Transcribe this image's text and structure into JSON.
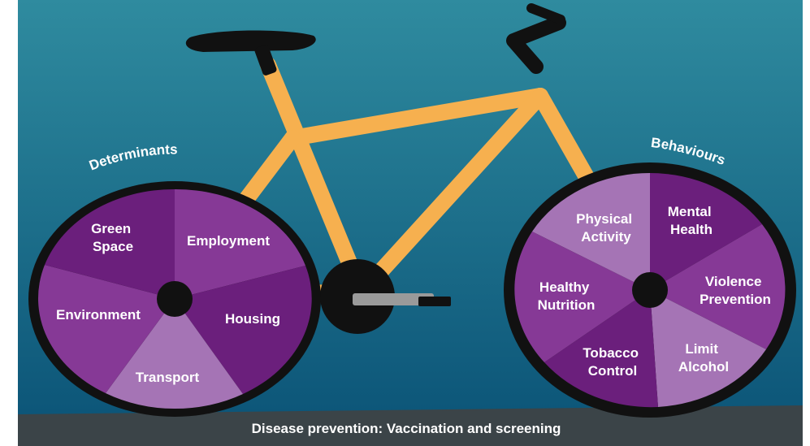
{
  "colors": {
    "sky_top": "#2f8b9f",
    "sky_bottom": "#0c5578",
    "ground": "#3b4448",
    "frame": "#f6b04f",
    "tire": "#111111",
    "segment_dark": "#6b1f7c",
    "segment_mid": "#863996",
    "segment_light": "#a574b5",
    "text": "#ffffff"
  },
  "left_wheel": {
    "title": "Determinants",
    "segments": {
      "green_space": [
        "Green",
        "Space"
      ],
      "employment": "Employment",
      "environment": "Environment",
      "housing": "Housing",
      "transport": "Transport"
    }
  },
  "right_wheel": {
    "title": "Behaviours",
    "segments": {
      "physical_activity": [
        "Physical",
        "Activity"
      ],
      "mental_health": [
        "Mental",
        "Health"
      ],
      "healthy_nutrition": [
        "Healthy",
        "Nutrition"
      ],
      "violence_prevention": [
        "Violence",
        "Prevention"
      ],
      "tobacco_control": [
        "Tobacco",
        "Control"
      ],
      "limit_alcohol": [
        "Limit",
        "Alcohol"
      ]
    }
  },
  "ground": {
    "caption": "Disease prevention: Vaccination and screening"
  }
}
